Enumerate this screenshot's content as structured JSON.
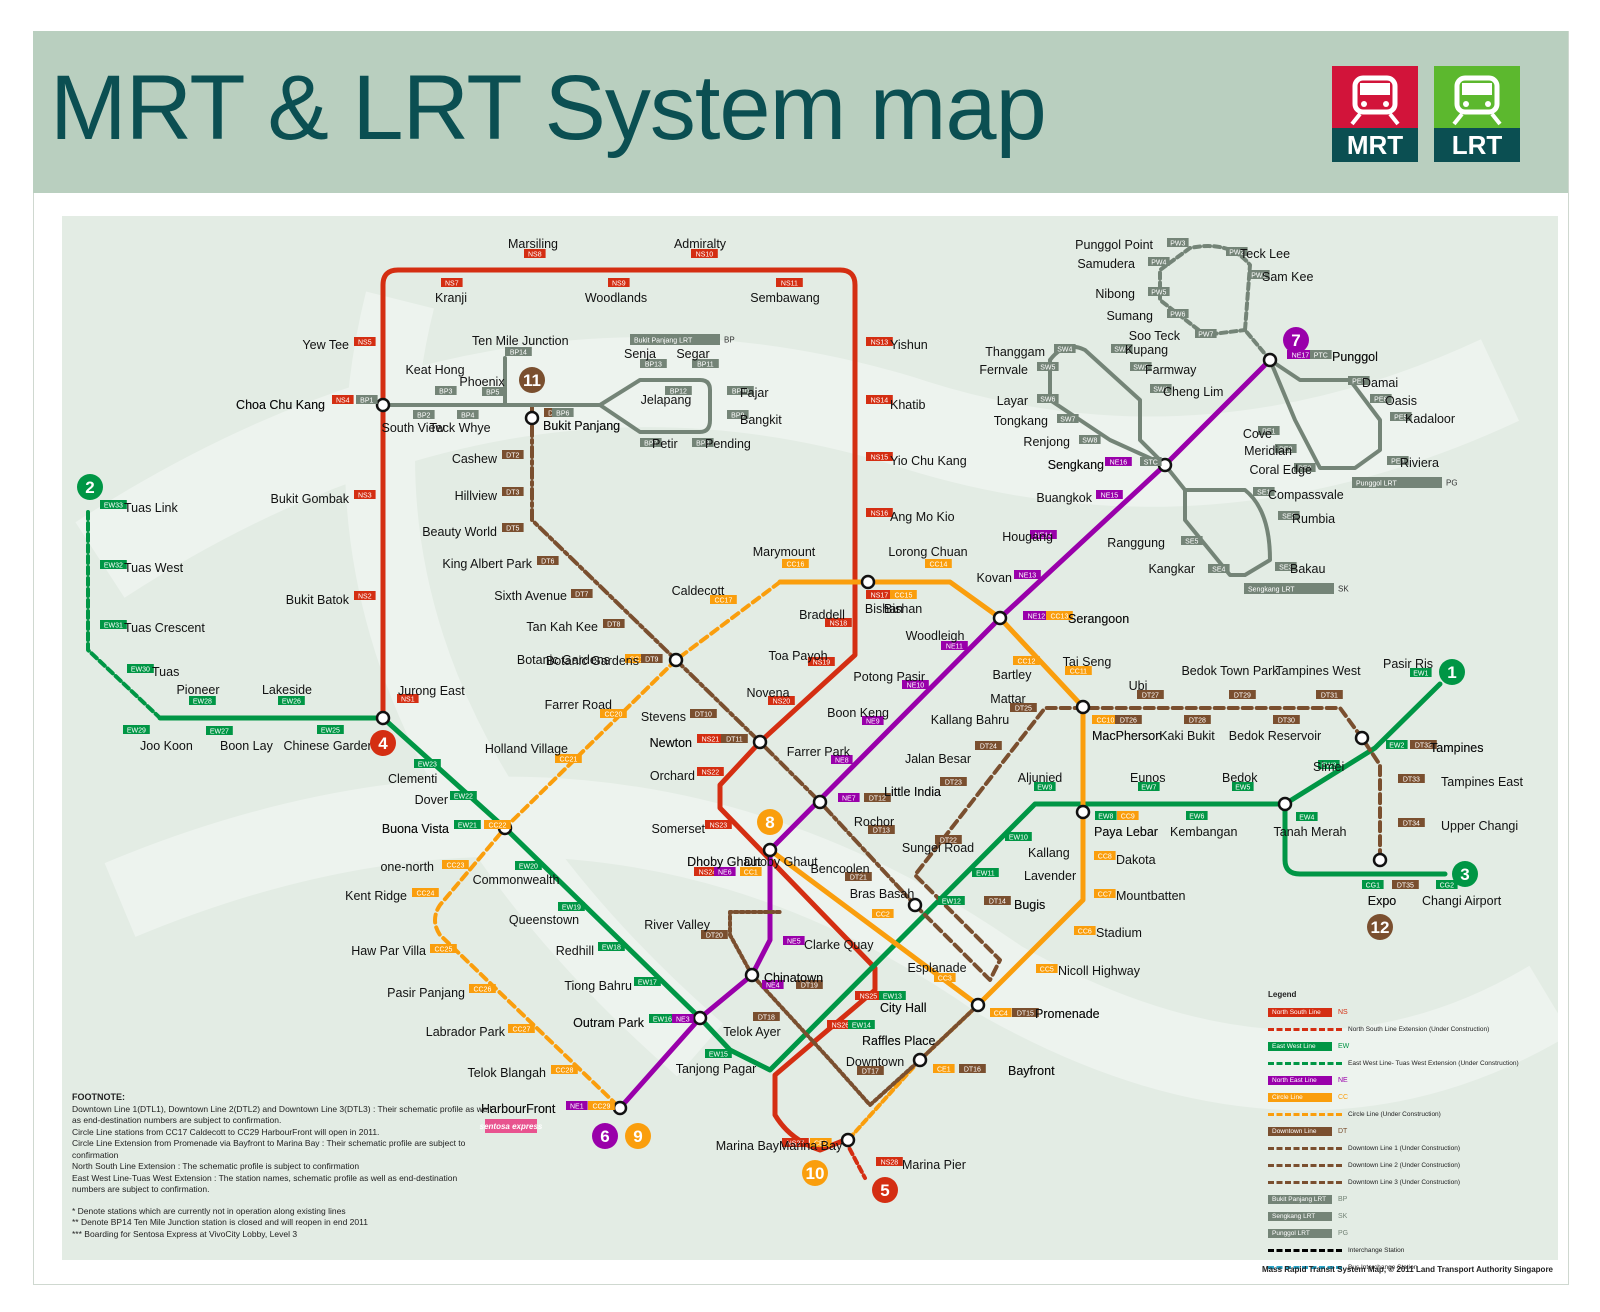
{
  "title": "MRT & LRT System map",
  "logos": {
    "mrt": "MRT",
    "lrt": "LRT",
    "mrt_color": "#d2143a",
    "lrt_color": "#5cb82e",
    "icon": "train-front-icon"
  },
  "colors": {
    "ns": "#d42e12",
    "ew": "#009645",
    "ne": "#9900aa",
    "cc": "#fa9e0d",
    "dt": "#7a4f2f",
    "lrt": "#748477",
    "bg": "#e3ece4",
    "header": "#b9cfbf",
    "title": "#0b4f52"
  },
  "line_numbers": [
    {
      "n": "1",
      "color": "#009645"
    },
    {
      "n": "2",
      "color": "#009645"
    },
    {
      "n": "3",
      "color": "#009645"
    },
    {
      "n": "4",
      "color": "#d42e12"
    },
    {
      "n": "5",
      "color": "#d42e12"
    },
    {
      "n": "6",
      "color": "#9900aa"
    },
    {
      "n": "7",
      "color": "#9900aa"
    },
    {
      "n": "8",
      "color": "#fa9e0d"
    },
    {
      "n": "9",
      "color": "#fa9e0d"
    },
    {
      "n": "10",
      "color": "#fa9e0d"
    },
    {
      "n": "11",
      "color": "#7a4f2f"
    },
    {
      "n": "12",
      "color": "#7a4f2f"
    }
  ],
  "stations": [
    {
      "name": "Marsiling",
      "code": "NS8"
    },
    {
      "name": "Admiralty",
      "code": "NS10"
    },
    {
      "name": "Kranji",
      "code": "NS7"
    },
    {
      "name": "Woodlands",
      "code": "NS9"
    },
    {
      "name": "Sembawang",
      "code": "NS11"
    },
    {
      "name": "Yew Tee",
      "code": "NS5"
    },
    {
      "name": "Yishun",
      "code": "NS13"
    },
    {
      "name": "Choa Chu Kang",
      "code": "NS4"
    },
    {
      "name": "Khatib",
      "code": "NS14"
    },
    {
      "name": "Yio Chu Kang",
      "code": "NS15"
    },
    {
      "name": "Ang Mo Kio",
      "code": "NS16"
    },
    {
      "name": "Bukit Gombak",
      "code": "NS3"
    },
    {
      "name": "Bukit Batok",
      "code": "NS2"
    },
    {
      "name": "Jurong East",
      "code": "NS1"
    },
    {
      "name": "Braddell",
      "code": "NS18"
    },
    {
      "name": "Toa Payoh",
      "code": "NS19"
    },
    {
      "name": "Novena",
      "code": "NS20"
    },
    {
      "name": "Newton",
      "code": "NS21"
    },
    {
      "name": "Orchard",
      "code": "NS22"
    },
    {
      "name": "Somerset",
      "code": "NS23"
    },
    {
      "name": "Dhoby Ghaut",
      "code": "NS24"
    },
    {
      "name": "City Hall",
      "code": "NS25"
    },
    {
      "name": "Raffles Place",
      "code": "NS26"
    },
    {
      "name": "Marina Bay",
      "code": "NS27"
    },
    {
      "name": "Marina Pier",
      "code": "NS28"
    },
    {
      "name": "Bishan",
      "code": "NS17"
    },
    {
      "name": "Tuas Link",
      "code": "EW33"
    },
    {
      "name": "Tuas West",
      "code": "EW32"
    },
    {
      "name": "Tuas Crescent",
      "code": "EW31"
    },
    {
      "name": "Tuas",
      "code": "EW30"
    },
    {
      "name": "Joo Koon",
      "code": "EW29"
    },
    {
      "name": "Pioneer",
      "code": "EW28"
    },
    {
      "name": "Boon Lay",
      "code": "EW27"
    },
    {
      "name": "Lakeside",
      "code": "EW26"
    },
    {
      "name": "Chinese Garden",
      "code": "EW25"
    },
    {
      "name": "Clementi",
      "code": "EW23"
    },
    {
      "name": "Dover",
      "code": "EW22"
    },
    {
      "name": "Buona Vista",
      "code": "EW21"
    },
    {
      "name": "Commonwealth",
      "code": "EW20"
    },
    {
      "name": "Queenstown",
      "code": "EW19"
    },
    {
      "name": "Redhill",
      "code": "EW18"
    },
    {
      "name": "Tiong Bahru",
      "code": "EW17"
    },
    {
      "name": "Outram Park",
      "code": "EW16"
    },
    {
      "name": "Tanjong Pagar",
      "code": "EW15"
    },
    {
      "name": "Raffles Place",
      "code": "EW14"
    },
    {
      "name": "City Hall",
      "code": "EW13"
    },
    {
      "name": "Bugis",
      "code": "EW12"
    },
    {
      "name": "Lavender",
      "code": "EW11"
    },
    {
      "name": "Kallang",
      "code": "EW10"
    },
    {
      "name": "Aljunied",
      "code": "EW9"
    },
    {
      "name": "Paya Lebar",
      "code": "EW8"
    },
    {
      "name": "Eunos",
      "code": "EW7"
    },
    {
      "name": "Kembangan",
      "code": "EW6"
    },
    {
      "name": "Bedok",
      "code": "EW5"
    },
    {
      "name": "Tanah Merah",
      "code": "EW4"
    },
    {
      "name": "Simei",
      "code": "EW3"
    },
    {
      "name": "Tampines",
      "code": "EW2"
    },
    {
      "name": "Pasir Ris",
      "code": "EW1"
    },
    {
      "name": "Expo",
      "code": "CG1"
    },
    {
      "name": "Changi Airport",
      "code": "CG2"
    },
    {
      "name": "HarbourFront",
      "code": "NE1"
    },
    {
      "name": "Outram Park",
      "code": "NE3"
    },
    {
      "name": "Chinatown",
      "code": "NE4"
    },
    {
      "name": "Clarke Quay",
      "code": "NE5"
    },
    {
      "name": "Dhoby Ghaut",
      "code": "NE6"
    },
    {
      "name": "Little India",
      "code": "NE7"
    },
    {
      "name": "Farrer Park",
      "code": "NE8"
    },
    {
      "name": "Boon Keng",
      "code": "NE9"
    },
    {
      "name": "Potong Pasir",
      "code": "NE10"
    },
    {
      "name": "Woodleigh",
      "code": "NE11"
    },
    {
      "name": "Serangoon",
      "code": "NE12"
    },
    {
      "name": "Kovan",
      "code": "NE13"
    },
    {
      "name": "Hougang",
      "code": "NE14"
    },
    {
      "name": "Buangkok",
      "code": "NE15"
    },
    {
      "name": "Sengkang",
      "code": "NE16"
    },
    {
      "name": "Punggol",
      "code": "NE17"
    },
    {
      "name": "Dhoby Ghaut",
      "code": "CC1"
    },
    {
      "name": "Bras Basah",
      "code": "CC2"
    },
    {
      "name": "Esplanade",
      "code": "CC3"
    },
    {
      "name": "Promenade",
      "code": "CC4"
    },
    {
      "name": "Nicoll Highway",
      "code": "CC5"
    },
    {
      "name": "Stadium",
      "code": "CC6"
    },
    {
      "name": "Mountbatten",
      "code": "CC7"
    },
    {
      "name": "Dakota",
      "code": "CC8"
    },
    {
      "name": "Paya Lebar",
      "code": "CC9"
    },
    {
      "name": "MacPherson",
      "code": "CC10"
    },
    {
      "name": "Tai Seng",
      "code": "CC11"
    },
    {
      "name": "Bartley",
      "code": "CC12"
    },
    {
      "name": "Serangoon",
      "code": "CC13"
    },
    {
      "name": "Lorong Chuan",
      "code": "CC14"
    },
    {
      "name": "Bishan",
      "code": "CC15"
    },
    {
      "name": "Marymount",
      "code": "CC16"
    },
    {
      "name": "Caldecott",
      "code": "CC17"
    },
    {
      "name": "Botanic Gardens",
      "code": "CC19"
    },
    {
      "name": "Farrer Road",
      "code": "CC20"
    },
    {
      "name": "Holland Village",
      "code": "CC21"
    },
    {
      "name": "Buona Vista",
      "code": "CC22"
    },
    {
      "name": "one-north",
      "code": "CC23"
    },
    {
      "name": "Kent Ridge",
      "code": "CC24"
    },
    {
      "name": "Haw Par Villa",
      "code": "CC25"
    },
    {
      "name": "Pasir Panjang",
      "code": "CC26"
    },
    {
      "name": "Labrador Park",
      "code": "CC27"
    },
    {
      "name": "Telok Blangah",
      "code": "CC28"
    },
    {
      "name": "HarbourFront",
      "code": "CC29"
    },
    {
      "name": "Bayfront",
      "code": "CE1"
    },
    {
      "name": "Marina Bay",
      "code": "CE2"
    },
    {
      "name": "Bukit Panjang",
      "code": "DT1"
    },
    {
      "name": "Cashew",
      "code": "DT2"
    },
    {
      "name": "Hillview",
      "code": "DT3"
    },
    {
      "name": "Beauty World",
      "code": "DT5"
    },
    {
      "name": "King Albert Park",
      "code": "DT6"
    },
    {
      "name": "Sixth Avenue",
      "code": "DT7"
    },
    {
      "name": "Tan Kah Kee",
      "code": "DT8"
    },
    {
      "name": "Botanic Gardens",
      "code": "DT9"
    },
    {
      "name": "Stevens",
      "code": "DT10"
    },
    {
      "name": "Newton",
      "code": "DT11"
    },
    {
      "name": "Little India",
      "code": "DT12"
    },
    {
      "name": "Rochor",
      "code": "DT13"
    },
    {
      "name": "Bugis",
      "code": "DT14"
    },
    {
      "name": "Promenade",
      "code": "DT15"
    },
    {
      "name": "Bayfront",
      "code": "DT16"
    },
    {
      "name": "Downtown",
      "code": "DT17"
    },
    {
      "name": "Telok Ayer",
      "code": "DT18"
    },
    {
      "name": "Chinatown",
      "code": "DT19"
    },
    {
      "name": "River Valley",
      "code": "DT20"
    },
    {
      "name": "Bencoolen",
      "code": "DT21"
    },
    {
      "name": "Sungei Road",
      "code": "DT22"
    },
    {
      "name": "Jalan Besar",
      "code": "DT23"
    },
    {
      "name": "Kallang Bahru",
      "code": "DT24"
    },
    {
      "name": "Mattar",
      "code": "DT25"
    },
    {
      "name": "MacPherson",
      "code": "DT26"
    },
    {
      "name": "Ubi",
      "code": "DT27"
    },
    {
      "name": "Kaki Bukit",
      "code": "DT28"
    },
    {
      "name": "Bedok Town Park",
      "code": "DT29"
    },
    {
      "name": "Bedok Reservoir",
      "code": "DT30"
    },
    {
      "name": "Tampines West",
      "code": "DT31"
    },
    {
      "name": "Tampines",
      "code": "DT32"
    },
    {
      "name": "Tampines East",
      "code": "DT33"
    },
    {
      "name": "Upper Changi",
      "code": "DT34"
    },
    {
      "name": "Expo",
      "code": "DT35"
    },
    {
      "name": "Choa Chu Kang",
      "code": "BP1"
    },
    {
      "name": "South View",
      "code": "BP2"
    },
    {
      "name": "Keat Hong",
      "code": "BP3"
    },
    {
      "name": "Teck Whye",
      "code": "BP4"
    },
    {
      "name": "Phoenix",
      "code": "BP5"
    },
    {
      "name": "Bukit Panjang",
      "code": "BP6"
    },
    {
      "name": "Petir",
      "code": "BP7"
    },
    {
      "name": "Pending",
      "code": "BP8"
    },
    {
      "name": "Bangkit",
      "code": "BP9"
    },
    {
      "name": "Fajar",
      "code": "BP10"
    },
    {
      "name": "Segar",
      "code": "BP11"
    },
    {
      "name": "Jelapang",
      "code": "BP12"
    },
    {
      "name": "Senja",
      "code": "BP13"
    },
    {
      "name": "Ten Mile Junction",
      "code": "BP14"
    },
    {
      "name": "Sengkang",
      "code": "STC"
    },
    {
      "name": "Compassvale",
      "code": "SE1"
    },
    {
      "name": "Rumbia",
      "code": "SE2"
    },
    {
      "name": "Bakau",
      "code": "SE3"
    },
    {
      "name": "Kangkar",
      "code": "SE4"
    },
    {
      "name": "Ranggung",
      "code": "SE5"
    },
    {
      "name": "Cheng Lim",
      "code": "SW1"
    },
    {
      "name": "Farmway",
      "code": "SW2"
    },
    {
      "name": "Kupang",
      "code": "SW3"
    },
    {
      "name": "Thanggam",
      "code": "SW4"
    },
    {
      "name": "Fernvale",
      "code": "SW5"
    },
    {
      "name": "Layar",
      "code": "SW6"
    },
    {
      "name": "Tongkang",
      "code": "SW7"
    },
    {
      "name": "Renjong",
      "code": "SW8"
    },
    {
      "name": "Punggol",
      "code": "PTC"
    },
    {
      "name": "Cove",
      "code": "PE1"
    },
    {
      "name": "Meridian",
      "code": "PE2"
    },
    {
      "name": "Coral Edge",
      "code": "PE3"
    },
    {
      "name": "Riviera",
      "code": "PE4"
    },
    {
      "name": "Kadaloor",
      "code": "PE5"
    },
    {
      "name": "Oasis",
      "code": "PE6"
    },
    {
      "name": "Damai",
      "code": "PE7"
    },
    {
      "name": "Sam Kee",
      "code": "PW1"
    },
    {
      "name": "Teck Lee",
      "code": "PW2"
    },
    {
      "name": "Punggol Point",
      "code": "PW3"
    },
    {
      "name": "Samudera",
      "code": "PW4"
    },
    {
      "name": "Nibong",
      "code": "PW5"
    },
    {
      "name": "Sumang",
      "code": "PW6"
    },
    {
      "name": "Soo Teck",
      "code": "PW7"
    }
  ],
  "lrt_tags": [
    {
      "name": "Bukit Panjang LRT",
      "code": "BP"
    },
    {
      "name": "Sengkang LRT",
      "code": "SK"
    },
    {
      "name": "Punggol LRT",
      "code": "PG"
    }
  ],
  "ferry": "sentosa express",
  "footnote": {
    "title": "FOOTNOTE:",
    "items": [
      "Downtown Line 1(DTL1), Downtown Line 2(DTL2) and Downtown Line 3(DTL3) : Their schematic profile as well as end-destination numbers are subject to confirmation.",
      "Circle Line stations from CC17 Caldecott to CC29 HarbourFront will open in 2011.",
      "Circle Line Extension from Promenade via Bayfront to Marina Bay : Their schematic profile are subject to confirmation",
      "North South Line Extension : The schematic profile is subject to confirmation",
      "East West Line-Tuas West Extension : The station names, schematic profile as well as end-destination numbers are subject to confirmation."
    ],
    "notes": [
      "* Denote stations which are currently not in operation along existing lines",
      "** Denote BP14 Ten Mile Junction station is closed and will reopen in end 2011",
      "*** Boarding for Sentosa Express at VivoCity Lobby, Level 3"
    ]
  },
  "legend": {
    "title": "Legend",
    "items": [
      {
        "tag": "North South Line",
        "code": "NS",
        "color": "#d42e12",
        "text": ""
      },
      {
        "tag": "",
        "code": "",
        "color": "#d42e12",
        "text": "North South Line Extension (Under Construction)"
      },
      {
        "tag": "East West Line",
        "code": "EW",
        "color": "#009645",
        "text": ""
      },
      {
        "tag": "",
        "code": "",
        "color": "#009645",
        "text": "East West Line- Tuas West Extension (Under Construction)"
      },
      {
        "tag": "North East Line",
        "code": "NE",
        "color": "#9900aa",
        "text": ""
      },
      {
        "tag": "Circle Line",
        "code": "CC",
        "color": "#fa9e0d",
        "text": ""
      },
      {
        "tag": "",
        "code": "",
        "color": "#fa9e0d",
        "text": "Circle Line (Under Construction)"
      },
      {
        "tag": "Downtown Line",
        "code": "DT",
        "color": "#7a4f2f",
        "text": ""
      },
      {
        "tag": "",
        "code": "",
        "color": "#7a4f2f",
        "text": "Downtown Line 1 (Under Construction)"
      },
      {
        "tag": "",
        "code": "",
        "color": "#7a4f2f",
        "text": "Downtown Line 2 (Under Construction)"
      },
      {
        "tag": "",
        "code": "",
        "color": "#7a4f2f",
        "text": "Downtown Line 3 (Under Construction)"
      },
      {
        "tag": "Bukit Panjang LRT",
        "code": "BP",
        "color": "#748477",
        "text": ""
      },
      {
        "tag": "Sengkang LRT",
        "code": "SK",
        "color": "#748477",
        "text": ""
      },
      {
        "tag": "Punggol LRT",
        "code": "PG",
        "color": "#748477",
        "text": ""
      },
      {
        "tag": "",
        "code": "",
        "color": "#000000",
        "text": "Interchange Station"
      },
      {
        "tag": "",
        "code": "",
        "color": "#2aa4c8",
        "text": "Bus Interchange Station"
      }
    ]
  },
  "credit": "Mass Rapid Transit System Map, © 2011 Land Transport Authority Singapore"
}
